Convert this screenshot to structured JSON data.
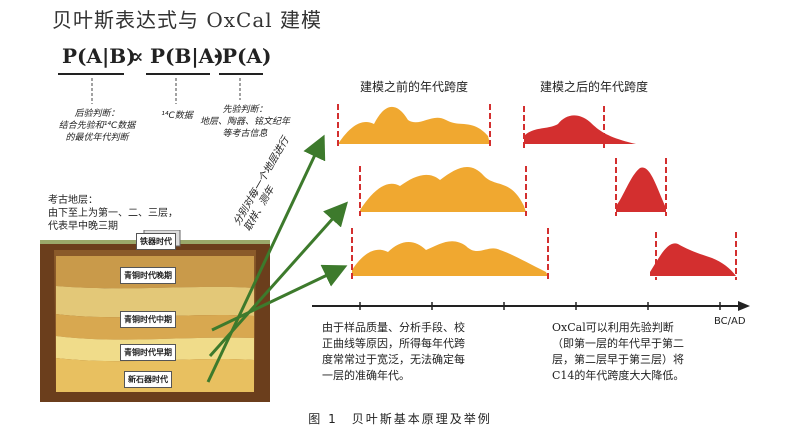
{
  "title": "贝叶斯表达式与 OxCal 建模",
  "formula": {
    "posterior": "P(A|B)",
    "propto": "∝",
    "likelihood": "P(B|A)",
    "dot": "·",
    "prior": "P(A)"
  },
  "notes": {
    "posterior_lines": [
      "后验判断：",
      "结合先验和¹⁴C数据",
      "的最优年代判断"
    ],
    "likelihood": "¹⁴C数据",
    "prior_lines": [
      "先验判断：",
      "地层、陶器、铭文纪年",
      "等考古信息"
    ]
  },
  "layers_label_lines": [
    "考古地层：",
    "由下至上为第一、二、三层，",
    "代表早中晚三期"
  ],
  "layers": [
    "铁器时代",
    "青铜时代晚期",
    "青铜时代中期",
    "青铜时代早期",
    "新石器时代"
  ],
  "diagonal_note_lines": [
    "分别对每一个地层进行",
    "取样、测年"
  ],
  "before_label": "建模之前的年代跨度",
  "after_label": "建模之后的年代跨度",
  "axis_label": "BC/AD",
  "left_text_lines": [
    "由于样品质量、分析手段、校",
    "正曲线等原因，所得每年代跨",
    "度常常过于宽泛，无法确定每",
    "一层的准确年代。"
  ],
  "right_text_lines": [
    "OxCal可以利用先验判断",
    "（即第一层的年代早于第二",
    "层，第二层早于第三层）将",
    "C14的年代跨度大大降低。"
  ],
  "caption": "图 1　贝叶斯基本原理及举例",
  "colors": {
    "orange": "#f0a830",
    "red": "#d32f2f",
    "arrow_green": "#3d7a2c",
    "soil_dark": "#6b3e1c"
  }
}
